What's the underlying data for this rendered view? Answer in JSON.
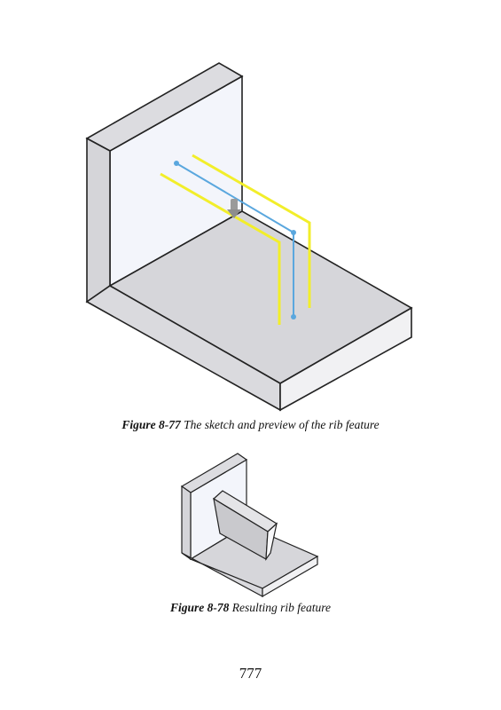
{
  "figures": [
    {
      "label": "Figure 8-77",
      "caption": "The sketch and preview of the rib feature"
    },
    {
      "label": "Figure 8-78",
      "caption": "Resulting rib feature"
    }
  ],
  "page_number": "777",
  "colors": {
    "face_light": "#f3f5fb",
    "face_top": "#d8d8dc",
    "face_side": "#e9e9ec",
    "edge": "#222222",
    "sketch_line": "#5aa7de",
    "preview_line": "#f2ee2a",
    "handle": "#9a9a9a"
  }
}
